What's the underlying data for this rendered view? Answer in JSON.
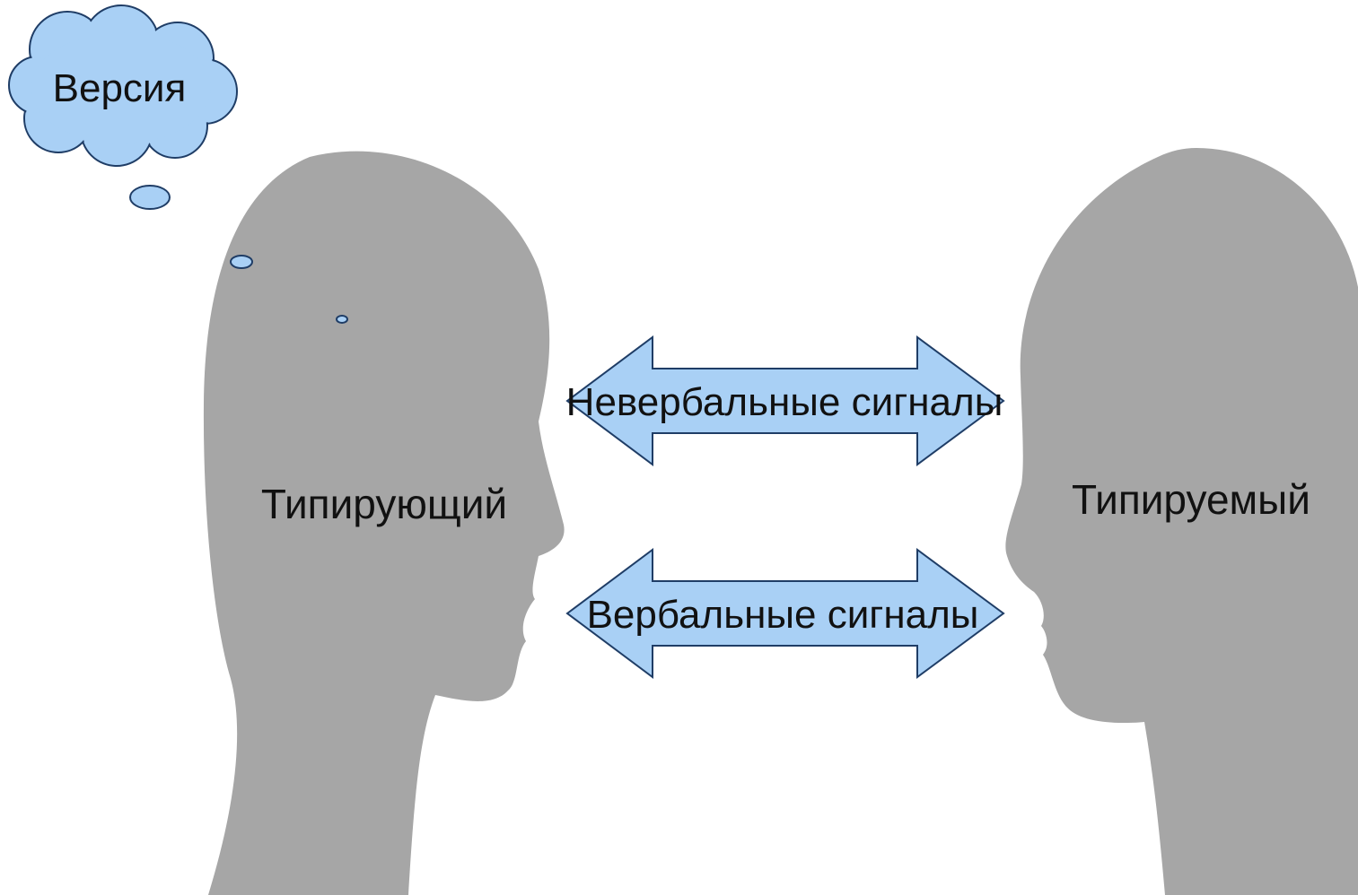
{
  "diagram": {
    "thought_cloud": {
      "label": "Версия"
    },
    "left_head": {
      "label": "Типирующий"
    },
    "right_head": {
      "label": "Типируемый"
    },
    "arrow_top": {
      "label": "Невербальные сигналы"
    },
    "arrow_bottom": {
      "label": "Вербальные сигналы"
    }
  },
  "colors": {
    "head_fill": "#a6a6a6",
    "arrow_fill": "#a9d0f5",
    "cloud_fill": "#a9d0f5",
    "outline": "#1f3d66",
    "background": "#ffffff"
  }
}
